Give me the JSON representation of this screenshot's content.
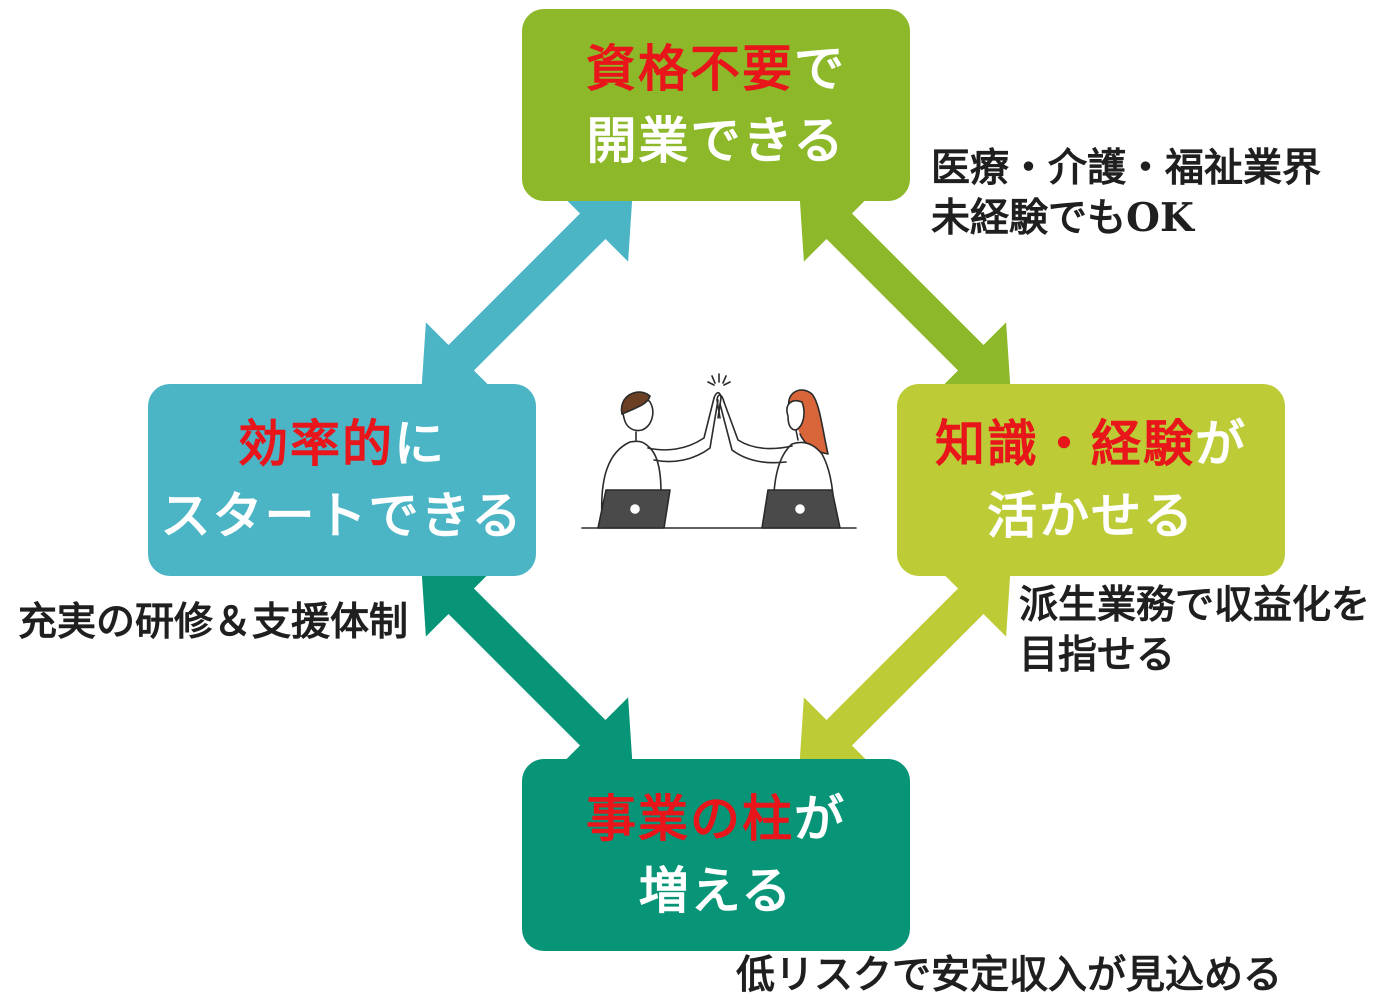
{
  "boxes": {
    "top": {
      "highlight": "資格不要",
      "rest": "で",
      "line2": "開業できる"
    },
    "left": {
      "highlight": "効率的",
      "rest": "に",
      "line2": "スタートできる"
    },
    "right": {
      "highlight": "知識・経験",
      "rest": "が",
      "line2": "活かせる"
    },
    "bottom": {
      "highlight": "事業の柱",
      "rest": "が",
      "line2": "増える"
    }
  },
  "notes": {
    "top_right": [
      "医療・介護・福祉業界",
      "未経験でもOK"
    ],
    "left": [
      "充実の研修＆支援体制"
    ],
    "right": [
      "派生業務で収益化を",
      "目指せる"
    ],
    "bottom": [
      "低リスクで安定収入が見込める"
    ]
  },
  "colors": {
    "top": "#8cb829",
    "left": "#4bb5c6",
    "right": "#bccb36",
    "bottom": "#079477",
    "highlight_text": "#e8151b",
    "note_text": "#1f1f1f"
  },
  "illustration": {
    "icon": "high-five-people-with-laptops-icon"
  }
}
